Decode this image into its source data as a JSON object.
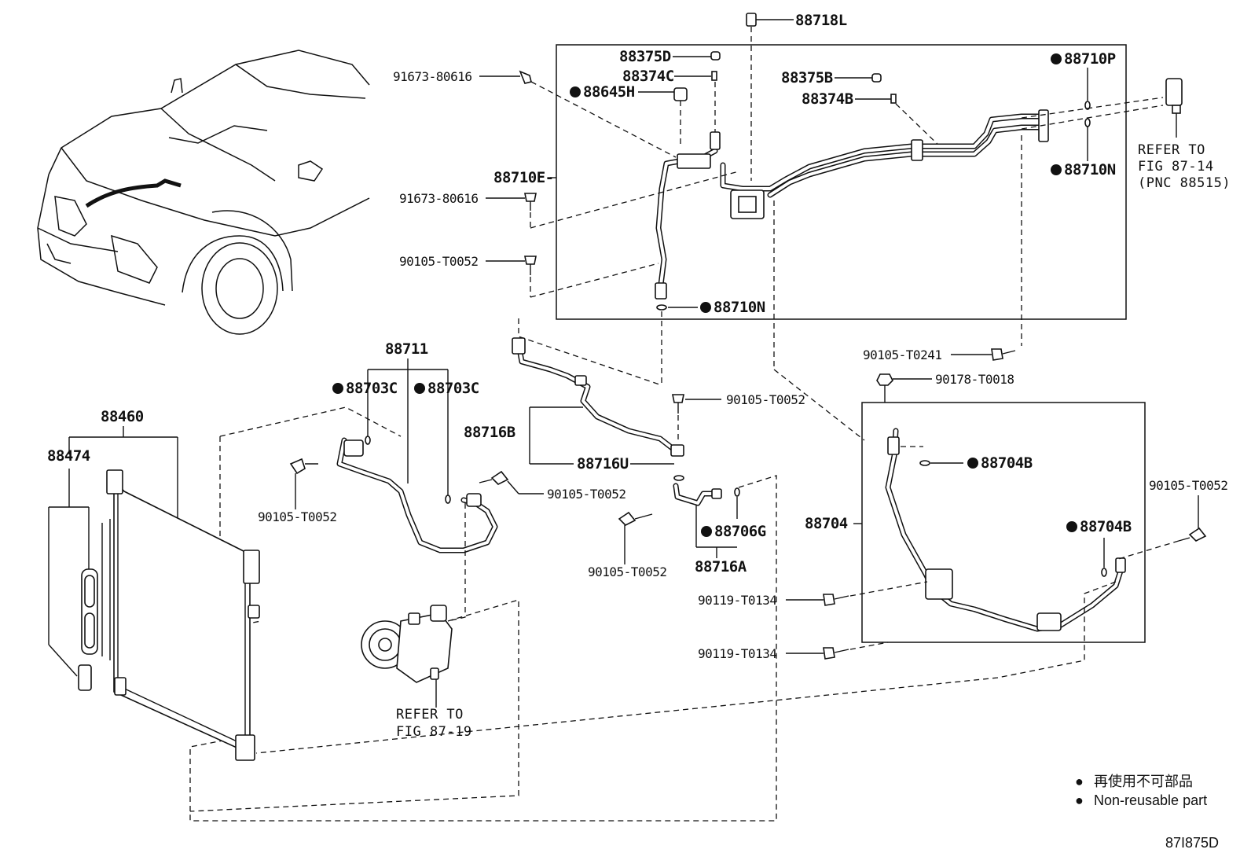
{
  "labels": {
    "p88718L": "88718L",
    "p88375D": "88375D",
    "p88374C": "88374C",
    "p88645H": "88645H",
    "p91673_a": "91673-80616",
    "p88375B": "88375B",
    "p88374B": "88374B",
    "p88710P": "88710P",
    "p88710N_top": "88710N",
    "p88710E": "88710E-",
    "p91673_b": "91673-80616",
    "p90105_t1": "90105-T0052",
    "p88710N_bot": "88710N",
    "p88711": "88711",
    "p88703C_a": "88703C",
    "p88703C_b": "88703C",
    "p88460": "88460",
    "p88474": "88474",
    "p90105_t2": "90105-T0052",
    "p90105_t3": "90105-T0052",
    "p88716B": "88716B",
    "p88716U": "88716U",
    "p90105_t4": "90105-T0052",
    "p88706G": "88706G",
    "p88716A": "88716A",
    "p90105_t5": "90105-T0052",
    "p90105_T0241": "90105-T0241",
    "p90178": "90178-T0018",
    "p88704B_a": "88704B",
    "p88704": "88704",
    "p88704B_b": "88704B",
    "p90105_t6": "90105-T0052",
    "p90119_a": "90119-T0134",
    "p90119_b": "90119-T0134"
  },
  "refs": {
    "fig87_14_l1": "REFER TO",
    "fig87_14_l2": "FIG 87-14",
    "fig87_14_l3": "(PNC 88515)",
    "fig87_19_l1": "REFER TO",
    "fig87_19_l2": "FIG 87-19"
  },
  "legend": {
    "marker_cn": "●",
    "cn": "再使用不可部品",
    "marker_en": "●",
    "en": "Non-reusable part"
  },
  "diagram_code": "87I875D"
}
